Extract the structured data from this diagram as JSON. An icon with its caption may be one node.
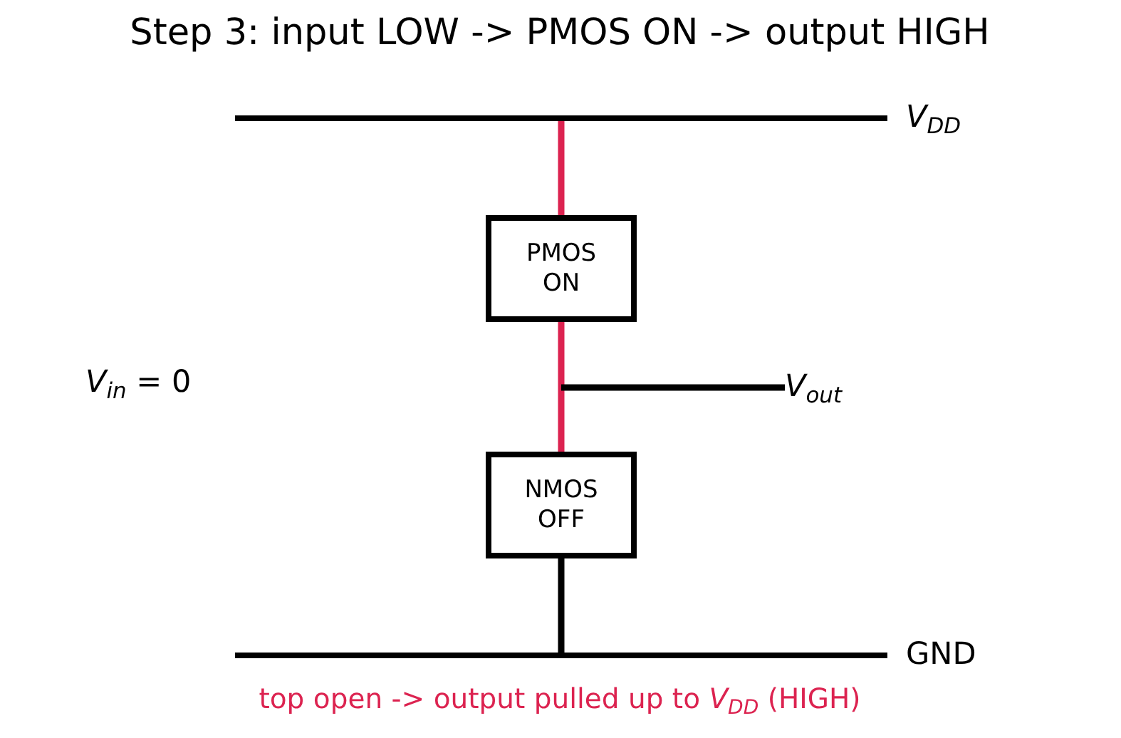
{
  "diagram": {
    "title": "Step 3: input LOW -> PMOS ON -> output HIGH",
    "caption": "top open -> output pulled up to *V*$_{DD}$ (HIGH)",
    "nodes": [
      {
        "text": [],
        "shape": "bar",
        "beside": [
          "V$_{DD}$"
        ]
      },
      {
        "text": [
          "PMOS ON"
        ]
      },
      {
        "text": [
          "V$_{out}$"
        ]
      },
      {
        "text": [
          "NMOS OFF"
        ]
      },
      {
        "text": [],
        "shape": "bar",
        "beside": [
          "GND"
        ]
      }
    ],
    "edges": [
      {
        "from": 0,
        "to": 1,
        "arrow": "none",
        "color": "#dc2350"
      },
      {
        "from": 1,
        "to": 3,
        "arrow": "none",
        "color": "#dc2350"
      },
      {
        "from": null,
        "to": 2,
        "arrow": "none",
        "color": "#000000"
      },
      {
        "from": 3,
        "to": 4,
        "arrow": "none",
        "color": "#000000"
      }
    ],
    "labels": [
      "*V*$_{in}$ = 0"
    ]
  }
}
